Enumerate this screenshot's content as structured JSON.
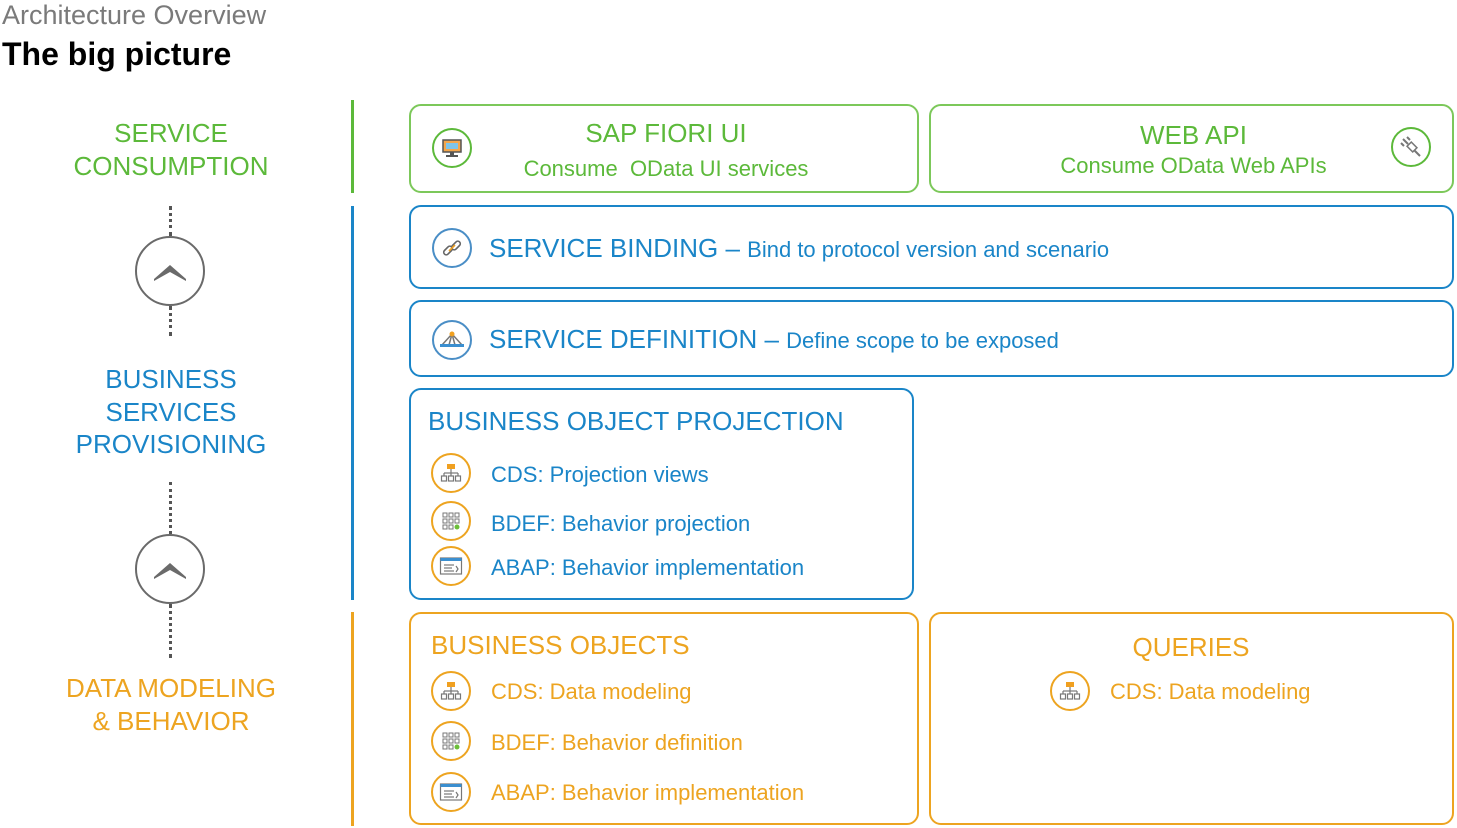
{
  "header": {
    "supertitle": "Architecture Overview",
    "title": "The big picture"
  },
  "layers": {
    "consumption": {
      "line1": "SERVICE",
      "line2": "CONSUMPTION"
    },
    "provisioning": {
      "line1": "BUSINESS",
      "line2": "SERVICES",
      "line3": "PROVISIONING"
    },
    "modeling": {
      "line1": "DATA MODELING",
      "line2": "& BEHAVIOR"
    }
  },
  "fiori": {
    "title": "SAP FIORI UI",
    "subtitle": "Consume  OData UI services",
    "icon": "monitor-icon"
  },
  "webapi": {
    "title": "WEB API",
    "subtitle": "Consume OData Web APIs",
    "icon": "plug-icon"
  },
  "binding": {
    "title": "SERVICE BINDING",
    "dash": " – ",
    "desc": "Bind to protocol version and scenario",
    "icon": "link-icon"
  },
  "definition": {
    "title": "SERVICE DEFINITION",
    "dash": " – ",
    "desc": "Define scope to be exposed",
    "icon": "hierarchy-icon"
  },
  "projection": {
    "title": "BUSINESS OBJECT PROJECTION",
    "items": [
      {
        "label": "CDS: Projection views",
        "icon": "tree-icon"
      },
      {
        "label": "BDEF: Behavior projection",
        "icon": "grid-icon"
      },
      {
        "label": "ABAP: Behavior implementation",
        "icon": "code-icon"
      }
    ]
  },
  "business_objects": {
    "title": "BUSINESS OBJECTS",
    "items": [
      {
        "label": "CDS: Data modeling",
        "icon": "tree-icon"
      },
      {
        "label": "BDEF: Behavior definition",
        "icon": "grid-icon"
      },
      {
        "label": "ABAP: Behavior implementation",
        "icon": "code-icon"
      }
    ]
  },
  "queries": {
    "title": "QUERIES",
    "items": [
      {
        "label": "CDS: Data modeling",
        "icon": "tree-icon"
      }
    ]
  },
  "colors": {
    "consumption": "#5cb93a",
    "provisioning": "#1a85c8",
    "modeling": "#eda420"
  }
}
